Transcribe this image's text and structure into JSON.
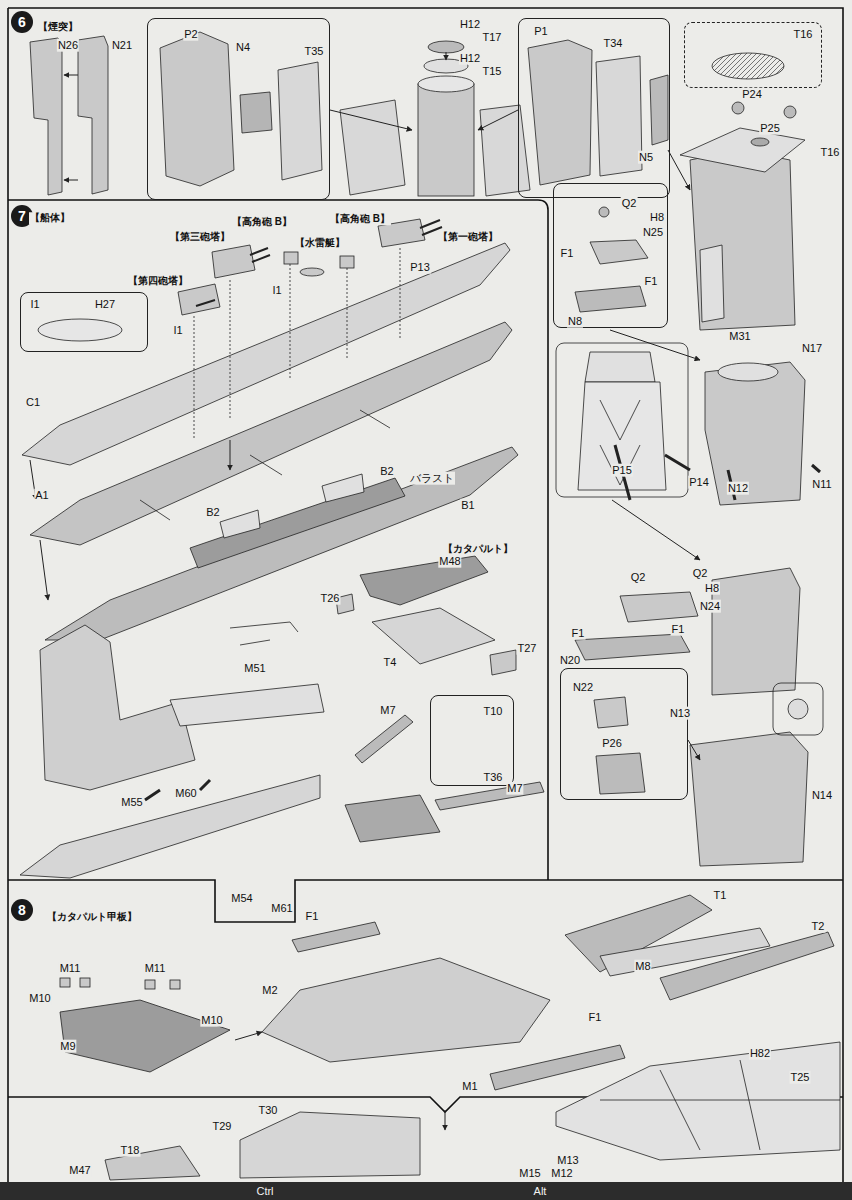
{
  "diagram": {
    "nodes": [
      {
        "text": [
          "【煙突】"
        ]
      },
      {
        "text": [
          "6"
        ],
        "in": 0
      },
      {
        "text": [
          "P2",
          "N4",
          "T35"
        ],
        "in": 0
      },
      {
        "text": [
          "P1",
          "T34",
          "N5"
        ],
        "in": 0
      },
      {
        "text": [
          "T16"
        ],
        "in": 0
      },
      {
        "text": [
          "Q2",
          "H8",
          "N25",
          "F1",
          "F1",
          "N8"
        ],
        "in": 0
      },
      {
        "text": [
          "N22",
          "P26"
        ],
        "in": 0
      },
      {
        "text": [
          "【船体】"
        ]
      },
      {
        "text": [
          "7"
        ],
        "in": 7
      },
      {
        "text": [
          "I1",
          "H27"
        ],
        "in": 7
      },
      {
        "text": [
          "T10",
          "T36"
        ],
        "in": 7
      },
      {
        "text": [
          "【カタパルト甲板】"
        ]
      },
      {
        "text": [
          "8"
        ],
        "in": 11
      }
    ],
    "labels": [
      "N26",
      "N21",
      "H12",
      "T17",
      "H12",
      "T15",
      "P24",
      "P25",
      "T16",
      "M31",
      "N17",
      "P15",
      "P14",
      "N12",
      "N11",
      "Q2",
      "Q2",
      "H8",
      "N24",
      "F1",
      "F1",
      "N20",
      "N13",
      "N14",
      "【第三砲塔】",
      "【高角砲 B】",
      "【水雷艇】",
      "【高角砲 B】",
      "【第一砲塔】",
      "【第四砲塔】",
      "I1",
      "I1",
      "P13",
      "C1",
      "A1",
      "B2",
      "バラスト",
      "B2",
      "B1",
      "【カタパルト】",
      "M48",
      "T26",
      "T4",
      "T27",
      "M51",
      "M7",
      "M7",
      "M55",
      "M60",
      "M54",
      "M61",
      "F1",
      "M11",
      "M11",
      "M10",
      "M10",
      "M9",
      "M2",
      "F1",
      "M1",
      "T1",
      "M8",
      "T2",
      "H82",
      "T25",
      "T30",
      "T29",
      "T18",
      "M47",
      "M13",
      "M15",
      "M12",
      "Ctrl",
      "Alt"
    ]
  }
}
